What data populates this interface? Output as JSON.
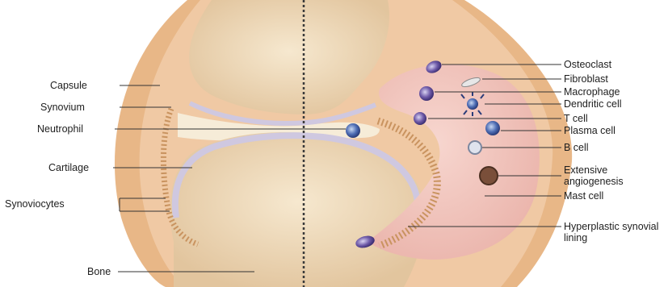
{
  "diagram": {
    "left_labels": {
      "capsule": "Capsule",
      "synovium": "Synovium",
      "neutrophil": "Neutrophil",
      "cartilage": "Cartilage",
      "synoviocytes": "Synoviocytes",
      "bone": "Bone"
    },
    "right_labels": {
      "osteoclast": "Osteoclast",
      "fibroblast": "Fibroblast",
      "macrophage": "Macrophage",
      "dendritic_cell": "Dendritic cell",
      "t_cell": "T cell",
      "plasma_cell": "Plasma cell",
      "b_cell": "B cell",
      "angiogenesis": "Extensive angiogenesis",
      "mast_cell": "Mast cell",
      "hyperplastic_lining": "Hyperplastic synovial lining"
    },
    "colors": {
      "capsule": "#e8b787",
      "bone": "#f1dfc0",
      "cartilage": "#cfc8e0",
      "synovium": "#f3c9c0",
      "cells": "#6e5aa8"
    }
  }
}
